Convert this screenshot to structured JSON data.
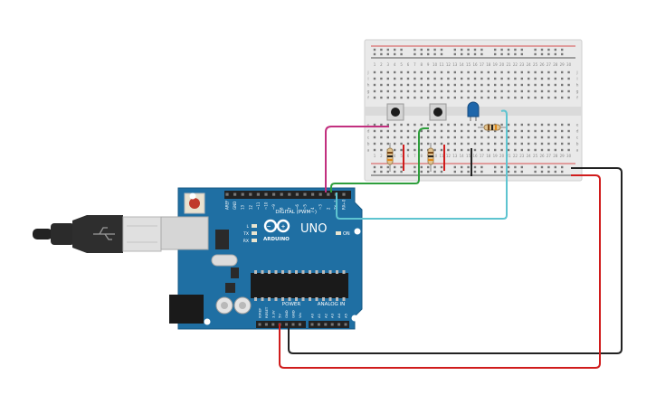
{
  "arduino": {
    "brand": "ARDUINO",
    "model": "UNO",
    "digital_label": "DIGITAL (PWM~)",
    "power_label": "POWER",
    "analog_label": "ANALOG IN",
    "on_label": "ON",
    "led_labels": [
      "L",
      "TX",
      "RX"
    ],
    "top_pins": [
      "AREF",
      "GND",
      "13",
      "12",
      "~11",
      "~10",
      "~9",
      "8",
      "7",
      "~6",
      "~5",
      "4",
      "~3",
      "2",
      "TX→1",
      "RX←0"
    ],
    "power_pins": [
      "IOREF",
      "RESET",
      "3.3V",
      "5V",
      "GND",
      "GND",
      "Vin"
    ],
    "analog_pins": [
      "A0",
      "A1",
      "A2",
      "A3",
      "A4",
      "A5"
    ]
  },
  "breadboard": {
    "column_numbers": [
      "1",
      "2",
      "3",
      "4",
      "5",
      "6",
      "7",
      "8",
      "9",
      "10",
      "11",
      "12",
      "13",
      "14",
      "15",
      "16",
      "17",
      "18",
      "19",
      "20",
      "21",
      "22",
      "23",
      "24",
      "25",
      "26",
      "27",
      "28",
      "29",
      "30"
    ],
    "row_letters_top": [
      "j",
      "i",
      "h",
      "g",
      "f"
    ],
    "row_letters_bottom": [
      "e",
      "d",
      "c",
      "b",
      "a"
    ]
  },
  "colors": {
    "board": "#1f6fa3",
    "breadboard": "#e9e9e9",
    "wire_magenta": "#c2307f",
    "wire_green": "#2e9e3c",
    "wire_cyan": "#5ec4d0",
    "wire_black": "#222222",
    "wire_red": "#d01c1c",
    "led_blue": "#1e66aa"
  }
}
